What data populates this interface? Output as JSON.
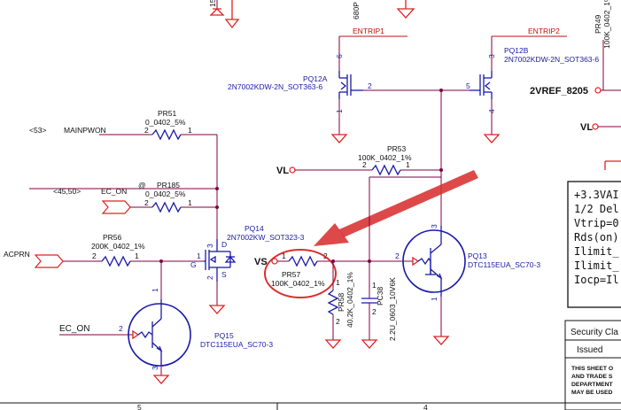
{
  "top": {
    "frag_15": "15",
    "frag_680": "680P",
    "pr49_name": "PR49",
    "pr49_value": "100K_0402_1%"
  },
  "pq12a": {
    "name": "PQ12A",
    "part": "2N7002KDW-2N_SOT363-6",
    "net": "ENTRIP1",
    "pins": [
      "6",
      "2",
      "1"
    ]
  },
  "pq12b": {
    "name": "PQ12B",
    "part": "2N7002KDW-2N_SOT363-6",
    "net": "ENTRIP2",
    "pins": [
      "3",
      "5",
      "4"
    ]
  },
  "vref": "2VREF_8205",
  "vl_right": "VL",
  "vl_mid": "VL",
  "pr53": {
    "name": "PR53",
    "value": "100K_0402_1%",
    "pins": [
      "2",
      "1"
    ]
  },
  "pr51": {
    "name": "PR51",
    "value": "0_0402_5%",
    "pins": [
      "2",
      "1"
    ]
  },
  "mainpwon": {
    "ref": "<53>",
    "label": "MAINPWON"
  },
  "pr185": {
    "name": "PR185",
    "value": "0_0402_5%",
    "pins": [
      "2",
      "1"
    ],
    "marker": "@"
  },
  "ec_on_port": {
    "ref": "<45,50>",
    "label": "EC_ON"
  },
  "pr56": {
    "name": "PR56",
    "value": "200K_0402_1%",
    "pins": [
      "2",
      "1"
    ]
  },
  "acprn": "ACPRN",
  "pq14": {
    "name": "PQ14",
    "part": "2N7002KW_SOT323-3",
    "pins": [
      "1",
      "2",
      "3"
    ],
    "g": "G",
    "d": "D",
    "s": "S"
  },
  "vs": "VS",
  "pr57": {
    "name": "PR57",
    "value": "100K_0402_1%",
    "pins": [
      "1",
      "2"
    ]
  },
  "pr58": {
    "name": "PR58",
    "value": "40.2K_0402_1%",
    "pins": [
      "1",
      "2"
    ]
  },
  "pc38": {
    "name": "PC38",
    "value": "2.2U_0603_10V6K",
    "pins": [
      "1",
      "2"
    ]
  },
  "pq13": {
    "name": "PQ13",
    "part": "DTC115EUA_SC70-3",
    "pins": [
      "1",
      "2",
      "3"
    ]
  },
  "pq15": {
    "name": "PQ15",
    "part": "DTC115EUA_SC70-3",
    "pins": [
      "1",
      "2",
      "3"
    ],
    "input": "EC_ON"
  },
  "notes": [
    "+3.3VAI",
    "1/2 Del",
    "Vtrip=0",
    "Rds(on)",
    "Ilimit_",
    "Ilimit_",
    "Iocp=Il"
  ],
  "title_block": {
    "security": "Security Cla",
    "issued": "Issued",
    "legal": [
      "THIS SHEET O",
      "AND TRADE S",
      "DEPARTMENT",
      "MAY BE USED"
    ]
  },
  "border": {
    "zone_5": "5",
    "zone_4": "4"
  }
}
